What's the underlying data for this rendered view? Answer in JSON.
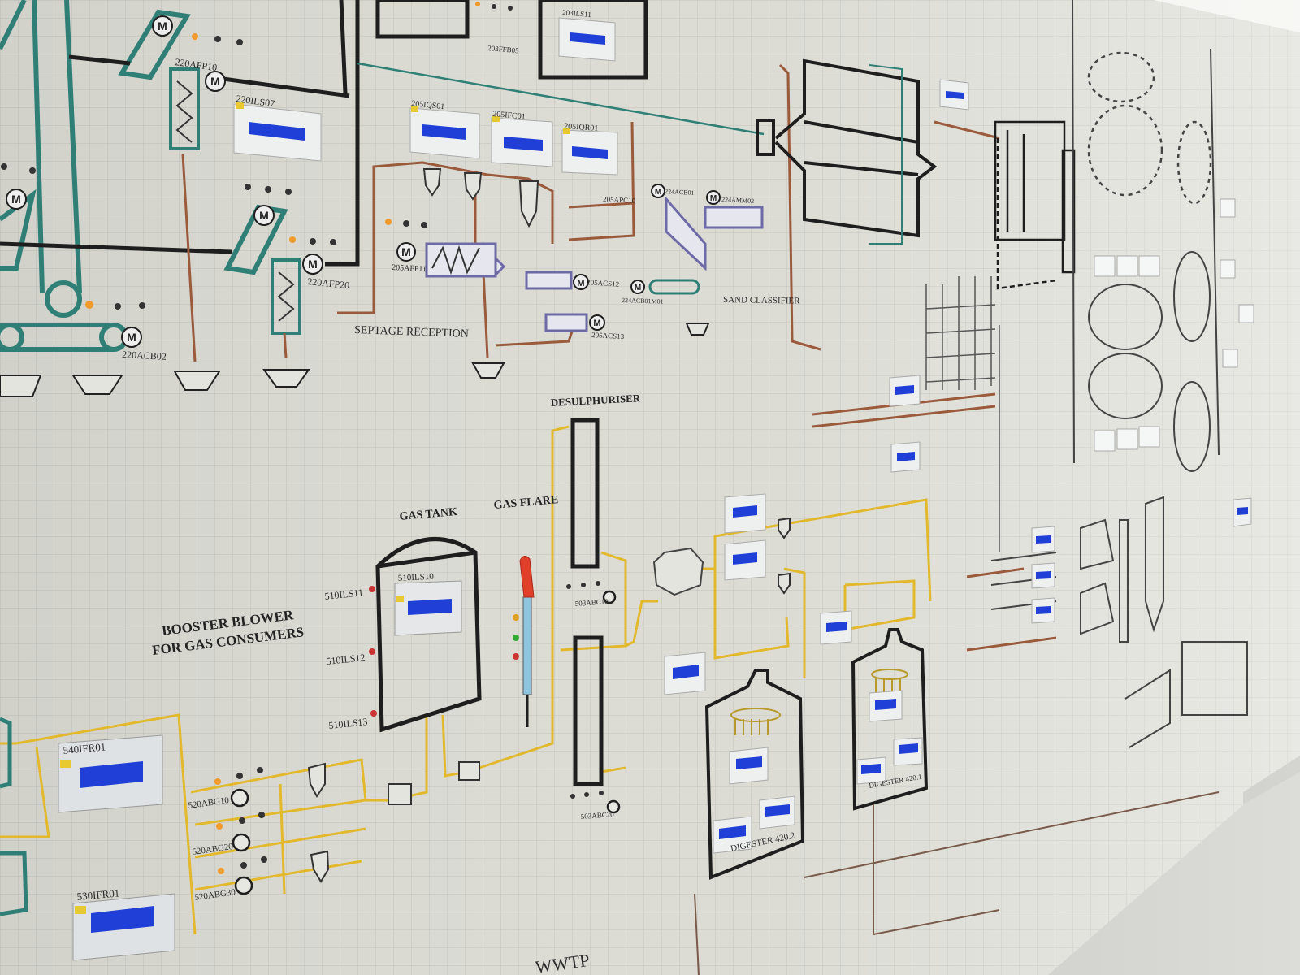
{
  "photo": {
    "description_free": true
  },
  "labels": {
    "t220afp10": "220AFP10",
    "t220ils07": "220ILS07",
    "t220acb02": "220ACB02",
    "t220afp20": "220AFP20",
    "t205iqs01": "205IQS01",
    "t205ifc01": "205IFC01",
    "t205iqr01": "205IQR01",
    "t205afp11": "205AFP11",
    "t205acs12": "205ACS12",
    "t205acs13": "205ACS13",
    "t205apc10": "205APC10",
    "t224acb01": "224ACB01",
    "t224acb01m01": "224ACB01M01",
    "t224acb02": "224AMM02",
    "t203ffb05": "203FFB05",
    "t203ils11": "203ILS11",
    "septage": "SEPTAGE RECEPTION",
    "sand": "SAND CLASSIFIER",
    "desulph": "DESULPHURISER",
    "gastank": "GAS TANK",
    "gasflare": "GAS FLARE",
    "booster1": "BOOSTER BLOWER",
    "booster2": "FOR GAS CONSUMERS",
    "t510ils10": "510ILS10",
    "t510ils11": "510ILS11",
    "t510ils12": "510ILS12",
    "t510ils13": "510ILS13",
    "t503abc10": "503ABC10",
    "t503abc20": "503ABC20",
    "t540ifr01": "540IFR01",
    "t530ifr01": "530IFR01",
    "t520abg10": "520ABG10",
    "t520abg20": "520ABG20",
    "t520abg30": "520ABG30",
    "digester1": "DIGESTER 420.2",
    "digester2": "DIGESTER 420.1",
    "wwtp": "WWTP"
  },
  "colors": {
    "wall": "#dcdcd5",
    "grid": "#c3c4bd",
    "teal": "#2f7f76",
    "black": "#1e1e1e",
    "brown": "#9b5a3c",
    "yellow": "#e2b82c",
    "purple": "#6d6aa6",
    "lcd": "#1f3fd6",
    "panel": "#eef0f0",
    "ceiling": "#f3f3ef",
    "floor": "#c9c9c4"
  }
}
